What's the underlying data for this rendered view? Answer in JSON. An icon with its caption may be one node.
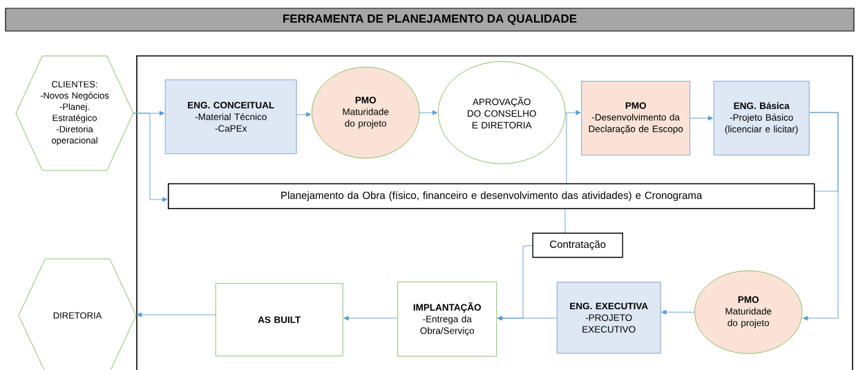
{
  "diagram": {
    "title": "FERRAMENTA DE PLANEJAMENTO DA QUALIDADE",
    "nodes": [
      {
        "text": [],
        "shape": "box"
      },
      {
        "text": [
          "CLIENTES:",
          "-Novos Negócios",
          "-Planej. Estratégico",
          "-Diretoria operacional"
        ]
      },
      {
        "text": [
          "ENG. CONCEITUAL",
          "-Material Técnico",
          "-CaPEx"
        ],
        "in": 0
      },
      {
        "text": [
          "PMO",
          "Maturidade do projeto"
        ],
        "in": 0
      },
      {
        "text": [
          "APROVAÇÃO DO CONSELHO E DIRETORIA"
        ],
        "in": 0
      },
      {
        "text": [
          "PMO",
          "-Desenvolvimento da Declaração de Escopo"
        ],
        "in": 0
      },
      {
        "text": [
          "ENG. Básica",
          "-Projeto Básico (licenciar e licitar)"
        ],
        "in": 0
      },
      {
        "text": [
          "Planejamento da Obra (físico, financeiro e desenvolvimento das atividades) e Cronograma"
        ],
        "in": 0
      },
      {
        "text": [
          "Contratação"
        ],
        "in": 0
      },
      {
        "text": [
          "DIRETORIA"
        ]
      },
      {
        "text": [
          "AS BUILT"
        ],
        "in": 0
      },
      {
        "text": [
          "IMPLANTAÇÃO",
          "-Entrega da Obra/Serviço"
        ],
        "in": 0
      },
      {
        "text": [
          "ENG. EXECUTIVA",
          "-PROJETO EXECUTIVO"
        ],
        "in": 0
      },
      {
        "text": [
          "PMO",
          "Maturidade do projeto"
        ],
        "in": 0
      }
    ],
    "edges": [
      {
        "from": 1,
        "to": 2,
        "arrow": "to"
      },
      {
        "from": 1,
        "to": 7,
        "arrow": "to"
      },
      {
        "from": 2,
        "to": 3,
        "arrow": "to"
      },
      {
        "from": 3,
        "to": 4,
        "arrow": "to"
      },
      {
        "from": 4,
        "to": 5,
        "arrow": "to"
      },
      {
        "from": 4,
        "to": 7,
        "arrow": "none"
      },
      {
        "from": 5,
        "to": 6,
        "arrow": "to"
      },
      {
        "from": 6,
        "to": 13,
        "arrow": "to"
      },
      {
        "from": 6,
        "to": 7,
        "arrow": "none"
      },
      {
        "from": 7,
        "to": 8,
        "arrow": "none"
      },
      {
        "from": 8,
        "to": 11,
        "arrow": "to"
      },
      {
        "from": 12,
        "to": 11,
        "arrow": "to"
      },
      {
        "from": 13,
        "to": 12,
        "arrow": "to"
      },
      {
        "from": 11,
        "to": 10,
        "arrow": "to"
      },
      {
        "from": 10,
        "to": 9,
        "arrow": "to"
      }
    ]
  }
}
